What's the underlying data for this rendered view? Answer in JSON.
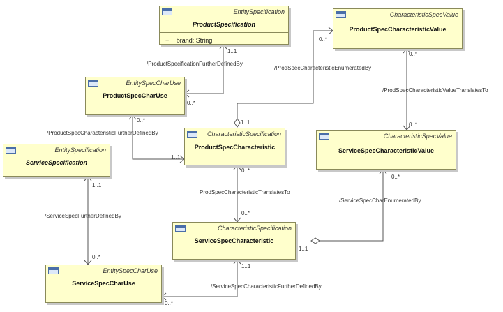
{
  "classes": {
    "product_specification": {
      "stereotype": "EntitySpecification",
      "name": "ProductSpecification",
      "attribute_visibility": "+",
      "attribute": "brand: String"
    },
    "product_spec_characteristic_value": {
      "stereotype": "CharacteristicSpecValue",
      "name": "ProductSpecCharacteristicValue"
    },
    "product_spec_char_use": {
      "stereotype": "EntitySpecCharUse",
      "name": "ProductSpecCharUse"
    },
    "product_spec_characteristic": {
      "stereotype": "CharacteristicSpecification",
      "name": "ProductSpecCharacteristic"
    },
    "service_specification": {
      "stereotype": "EntitySpecification",
      "name": "ServiceSpecification"
    },
    "service_spec_characteristic_value": {
      "stereotype": "CharacteristicSpecValue",
      "name": "ServiceSpecCharacteristicValue"
    },
    "service_spec_characteristic": {
      "stereotype": "CharacteristicSpecification",
      "name": "ServiceSpecCharacteristic"
    },
    "service_spec_char_use": {
      "stereotype": "EntitySpecCharUse",
      "name": "ServiceSpecCharUse"
    }
  },
  "associations": {
    "product_spec_further_defined_by": {
      "name": "/ProductSpecificationFurtherDefinedBy",
      "mult_source": "1..1",
      "mult_target": "0..*"
    },
    "prod_spec_char_enumerated_by": {
      "name": "/ProdSpecCharacteristicEnumeratedBy",
      "mult_source": "1..1",
      "mult_target": "0..*"
    },
    "prod_spec_char_value_translates_to": {
      "name": "/ProdSpecCharacteristicValueTranslatesTo",
      "mult_source": "0..*",
      "mult_target": "0..*"
    },
    "product_spec_char_further_defined_by": {
      "name": "/ProductSpecCharacteristicFurtherDefinedBy",
      "mult_source": "0..*",
      "mult_target": "1..1"
    },
    "prod_spec_char_translates_to": {
      "name": "ProdSpecCharacteristicTranslatesTo",
      "mult_source": "0..*",
      "mult_target": "0..*"
    },
    "service_spec_char_enumerated_by": {
      "name": "/ServiceSpecCharEnumeratedBy",
      "mult_source": "1..1",
      "mult_target": "0..*"
    },
    "service_spec_further_defined_by": {
      "name": "/ServiceSpecFurtherDefinedBy",
      "mult_source": "1..1",
      "mult_target": "0..*"
    },
    "service_spec_char_further_defined_by": {
      "name": "/ServiceSpecCharacteristicFurtherDefinedBy",
      "mult_source": "1..1",
      "mult_target": "0..*"
    }
  }
}
